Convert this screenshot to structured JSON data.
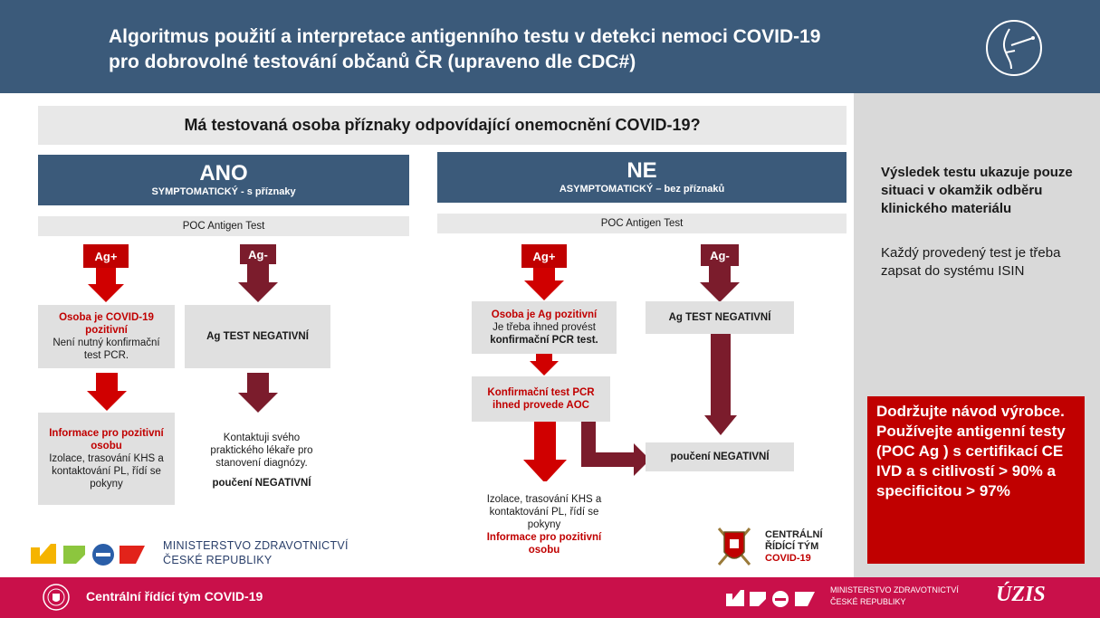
{
  "header": {
    "title_line1": "Algoritmus použití a interpretace antigenního testu v detekci nemoci COVID-19",
    "title_line2": "pro dobrovolné testování občanů ČR (upraveno dle CDC#)",
    "icon": "nasal-swab-icon"
  },
  "question": "Má testovaná osoba příznaky odpovídající onemocnění COVID-19?",
  "ano": {
    "title": "ANO",
    "subtitle": "SYMPTOMATICKÝ  - s příznaky",
    "poc": "POC Antigen Test",
    "pos_tag": "Ag+",
    "neg_tag": "Ag-",
    "pos_box_red": "Osoba je COVID-19 pozitivní",
    "pos_box_text": "Není nutný konfirmační test PCR.",
    "neg_box": "Ag TEST NEGATIVNÍ",
    "info_red": "Informace pro pozitivní osobu",
    "info_text": "Izolace, trasování KHS a kontaktování PL, řídí se pokyny",
    "contact_text": "Kontaktuji svého praktického lékaře pro stanovení diagnózy.",
    "contact_bold": "poučení NEGATIVNÍ"
  },
  "ne": {
    "title": "NE",
    "subtitle": "ASYMPTOMATICKÝ – bez příznaků",
    "poc": "POC Antigen Test",
    "pos_tag": "Ag+",
    "neg_tag": "Ag-",
    "pos_box_red": "Osoba  je Ag pozitivní",
    "pos_box_text": "Je třeba ihned provést",
    "pos_box_bold": "konfirmační PCR test.",
    "neg_box": "Ag TEST NEGATIVNÍ",
    "pcr_red": "Konfirmační test PCR ihned provede AOC",
    "final_text": "Izolace, trasování KHS a kontaktování PL, řídí se pokyny",
    "final_red": "Informace pro pozitivní osobu",
    "neg_final": "poučení NEGATIVNÍ"
  },
  "right": {
    "bold_text": "Výsledek testu ukazuje pouze situaci v okamžik odběru klinického materiálu",
    "text": "Každý provedený test je třeba zapsat do  systému ISIN",
    "warning": "Dodržujte návod výrobce. Používejte antigenní testy (POC Ag ) s certifikací CE IVD a s citlivostí > 90% a specificitou > 97%"
  },
  "logos": {
    "ministry_line1": "MINISTERSTVO ZDRAVOTNICTVÍ",
    "ministry_line2": "ČESKÉ REPUBLIKY",
    "crt_line1": "CENTRÁLNÍ",
    "crt_line2": "ŘÍDÍCÍ TÝM",
    "crt_line3": "COVID-19"
  },
  "footer": {
    "text": "Centrální řídící tým COVID-19",
    "ministry_line1": "MINISTERSTVO ZDRAVOTNICTVÍ",
    "ministry_line2": "ČESKÉ REPUBLIKY",
    "uzis": "ÚZIS"
  },
  "colors": {
    "navy": "#3b5a7a",
    "red": "#c00000",
    "maroon": "#7b1c2c",
    "footer": "#c9104a"
  }
}
